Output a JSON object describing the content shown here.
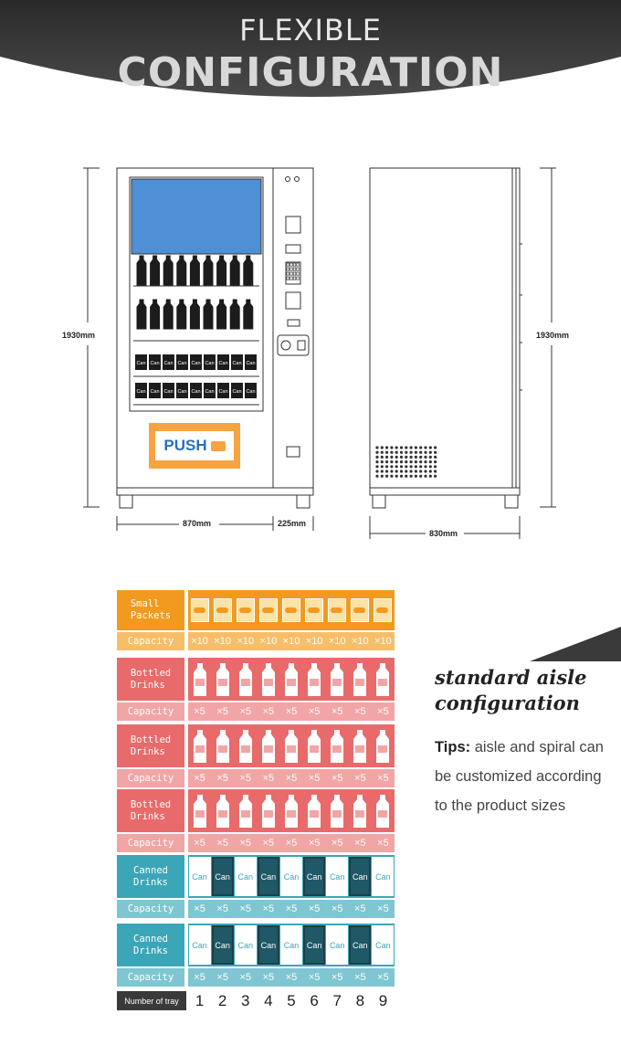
{
  "header": {
    "line1": "FLEXIBLE",
    "line2": "CONFIGURATION"
  },
  "dimensions": {
    "height_left": "1930mm",
    "height_right": "1930mm",
    "width_front": "870mm",
    "width_side_panel": "225mm",
    "depth": "830mm"
  },
  "machine": {
    "push_label": "PUSH",
    "can_label": "Can"
  },
  "trays": [
    {
      "name": "Small\nPackets",
      "capacity_label": "Capacity",
      "capacity": "×10",
      "kind": "packet",
      "color": "#f29a1f",
      "light": "#f7be6a"
    },
    {
      "name": "Bottled\nDrinks",
      "capacity_label": "Capacity",
      "capacity": "×5",
      "kind": "bottle",
      "color": "#e96a6a",
      "light": "#f2a5a5"
    },
    {
      "name": "Bottled\nDrinks",
      "capacity_label": "Capacity",
      "capacity": "×5",
      "kind": "bottle",
      "color": "#e96a6a",
      "light": "#f2a5a5"
    },
    {
      "name": "Bottled\nDrinks",
      "capacity_label": "Capacity",
      "capacity": "×5",
      "kind": "bottle",
      "color": "#e96a6a",
      "light": "#f2a5a5"
    },
    {
      "name": "Canned\nDrinks",
      "capacity_label": "Capacity",
      "capacity": "×5",
      "kind": "can",
      "color": "#3aa6b8",
      "light": "#7fc6d2"
    },
    {
      "name": "Canned\nDrinks",
      "capacity_label": "Capacity",
      "capacity": "×5",
      "kind": "can",
      "color": "#3aa6b8",
      "light": "#7fc6d2"
    }
  ],
  "tray_numbers": {
    "label": "Number of tray",
    "numbers": [
      "1",
      "2",
      "3",
      "4",
      "5",
      "6",
      "7",
      "8",
      "9"
    ]
  },
  "side_text": {
    "title_line1": "standard aisle",
    "title_line2": "configuration",
    "tips_label": "Tips:",
    "tips_text": "aisle and spiral can be customized according to the product sizes"
  }
}
